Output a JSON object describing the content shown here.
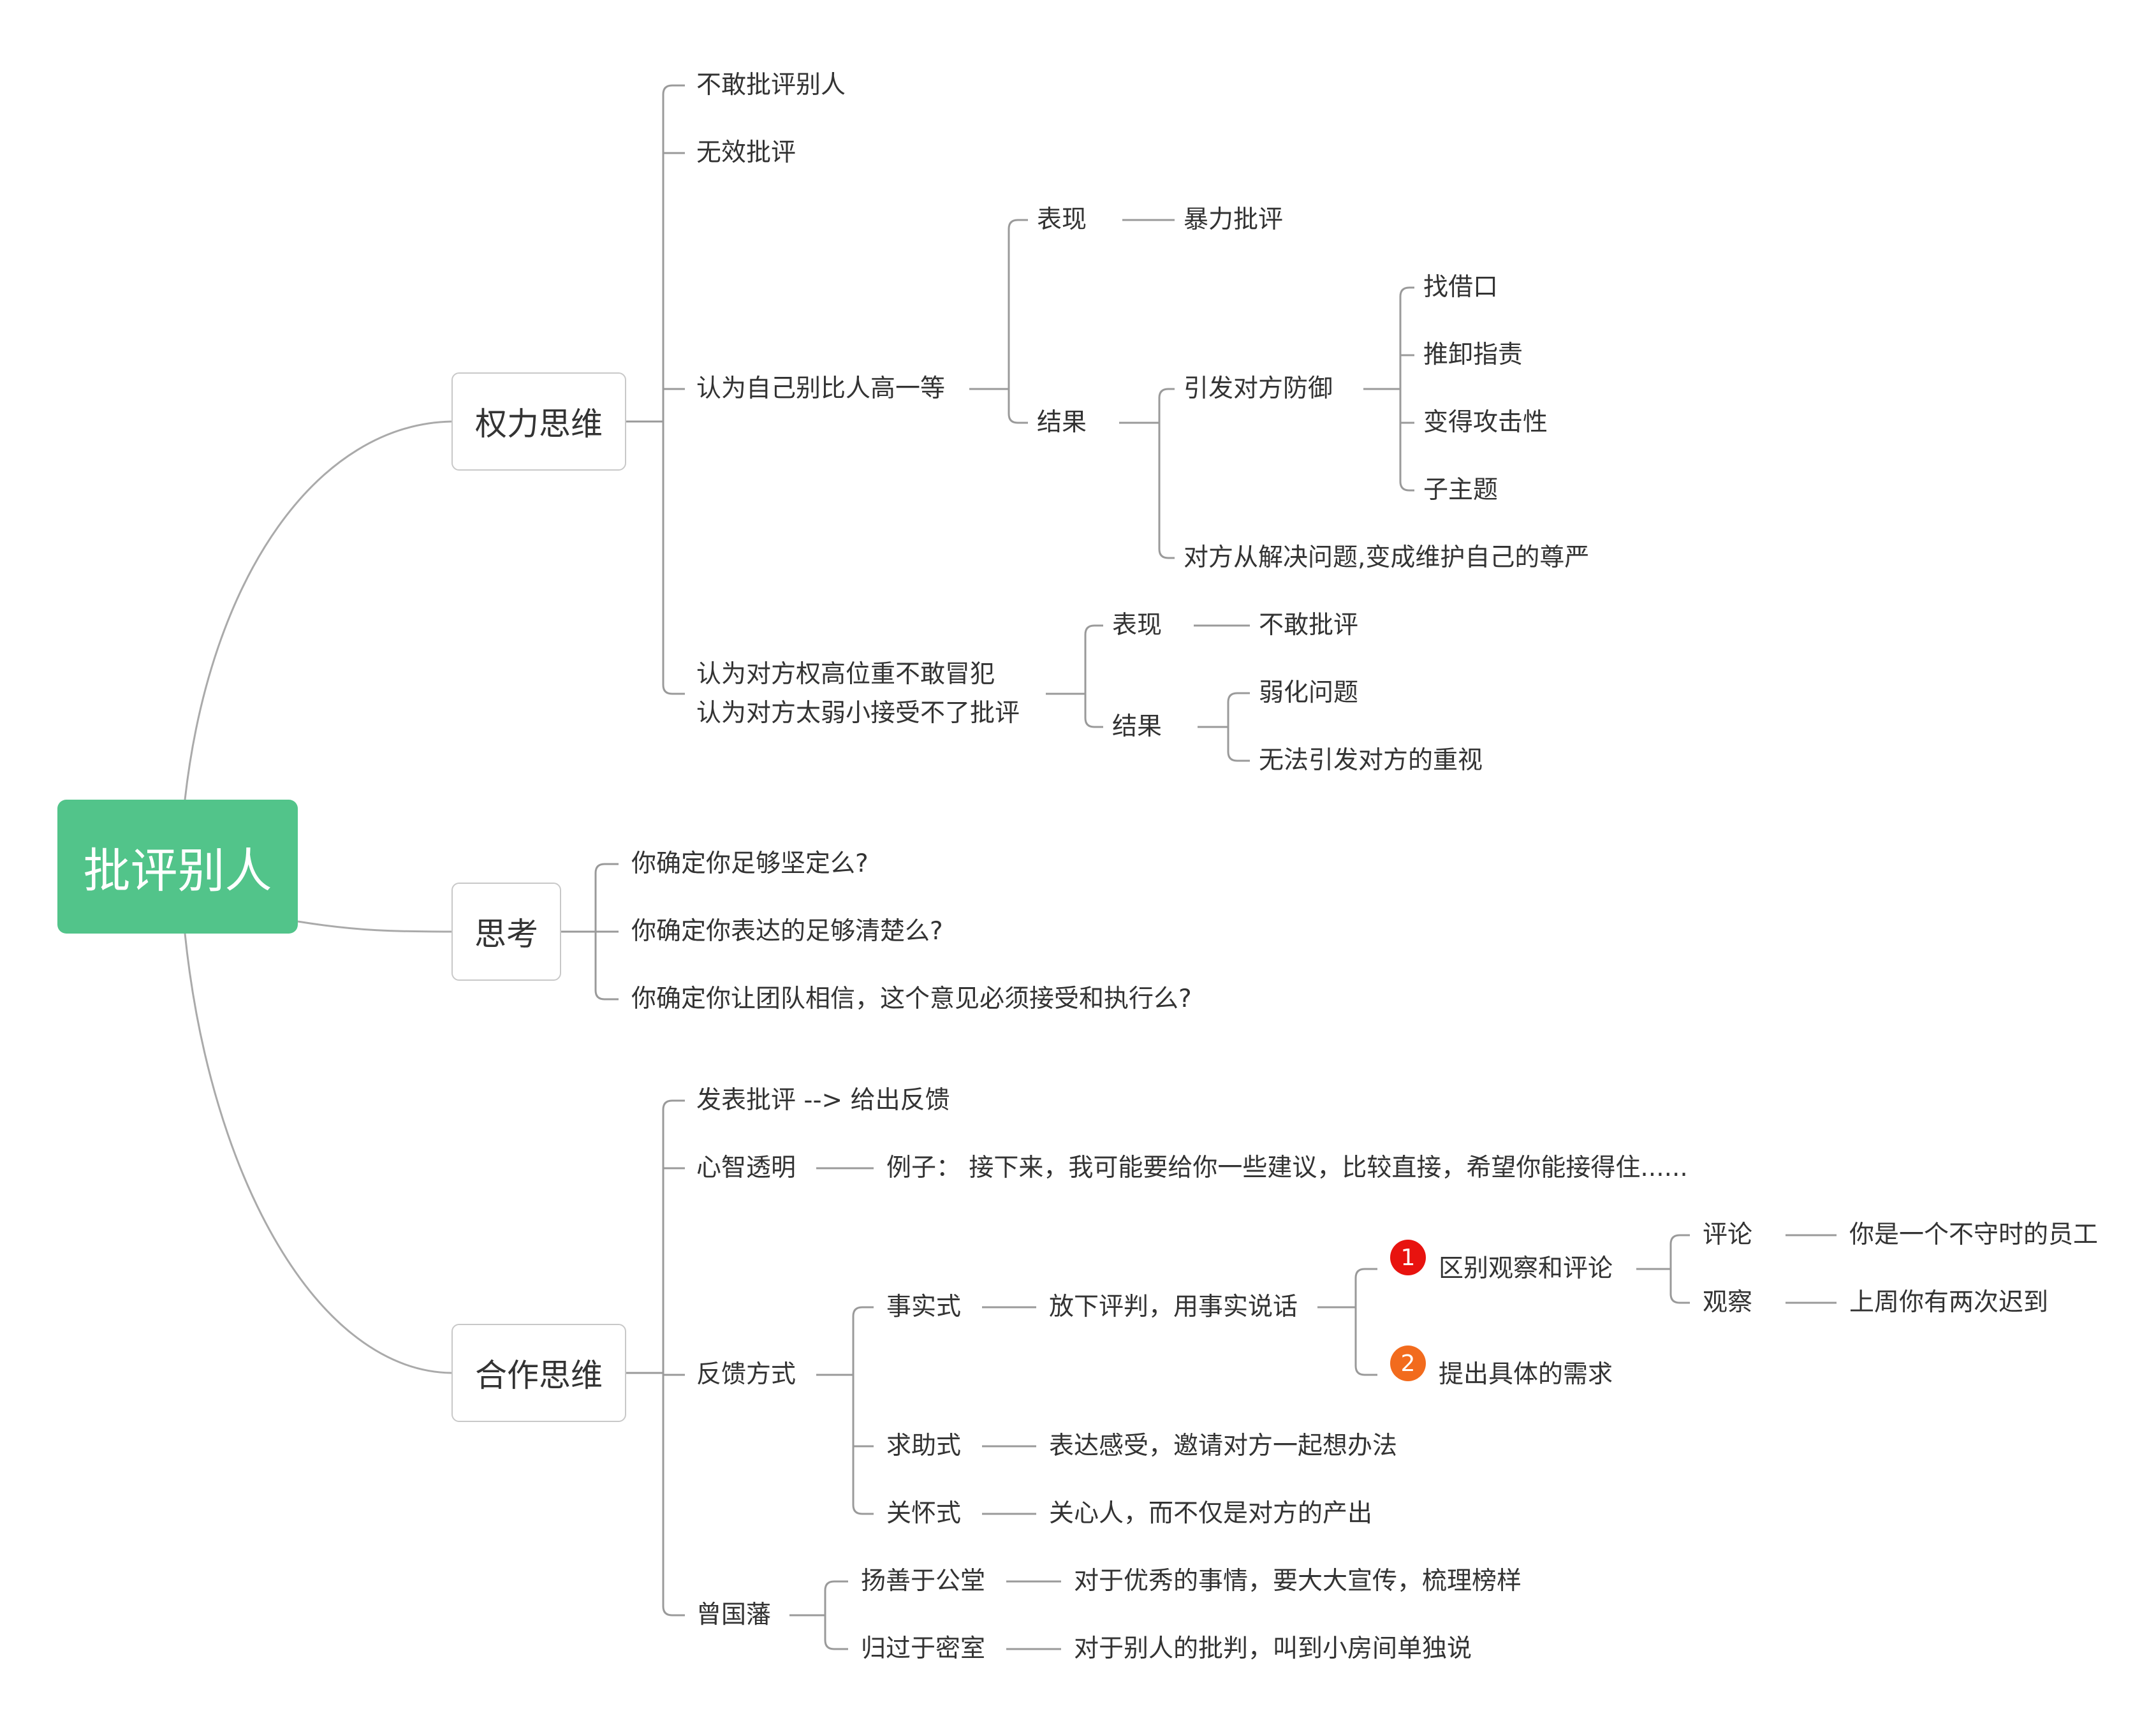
{
  "root": {
    "label": "批评别人",
    "color": "#52c48a"
  },
  "branches": [
    {
      "label": "权力思维",
      "children": [
        {
          "label": "不敢批评别人"
        },
        {
          "label": "无效批评"
        },
        {
          "label": "认为自己别比人高一等",
          "children": [
            {
              "label": "表现",
              "children": [
                {
                  "label": "暴力批评"
                }
              ]
            },
            {
              "label": "结果",
              "children": [
                {
                  "label": "引发对方防御",
                  "children": [
                    {
                      "label": "找借口"
                    },
                    {
                      "label": "推卸指责"
                    },
                    {
                      "label": "变得攻击性"
                    },
                    {
                      "label": "子主题"
                    }
                  ]
                },
                {
                  "label": "对方从解决问题,变成维护自己的尊严"
                }
              ]
            }
          ]
        },
        {
          "label": "认为对方权高位重不敢冒犯\n认为对方太弱小接受不了批评",
          "children": [
            {
              "label": "表现",
              "children": [
                {
                  "label": "不敢批评"
                }
              ]
            },
            {
              "label": "结果",
              "children": [
                {
                  "label": "弱化问题"
                },
                {
                  "label": "无法引发对方的重视"
                }
              ]
            }
          ]
        }
      ]
    },
    {
      "label": "思考",
      "children": [
        {
          "label": "你确定你足够坚定么?"
        },
        {
          "label": "你确定你表达的足够清楚么?"
        },
        {
          "label": "你确定你让团队相信，这个意见必须接受和执行么?"
        }
      ]
    },
    {
      "label": "合作思维",
      "children": [
        {
          "label": "发表批评 --> 给出反馈"
        },
        {
          "label": "心智透明",
          "children": [
            {
              "label": "例子： 接下来，我可能要给你一些建议，比较直接，希望你能接得住......"
            }
          ]
        },
        {
          "label": "反馈方式",
          "children": [
            {
              "label": "事实式",
              "children": [
                {
                  "label": "放下评判，用事实说话",
                  "children": [
                    {
                      "label": "区别观察和评论",
                      "marker": "1",
                      "children": [
                        {
                          "label": "评论",
                          "children": [
                            {
                              "label": "你是一个不守时的员工"
                            }
                          ]
                        },
                        {
                          "label": "观察",
                          "children": [
                            {
                              "label": "上周你有两次迟到"
                            }
                          ]
                        }
                      ]
                    },
                    {
                      "label": "提出具体的需求",
                      "marker": "2"
                    }
                  ]
                }
              ]
            },
            {
              "label": "求助式",
              "children": [
                {
                  "label": "表达感受，邀请对方一起想办法"
                }
              ]
            },
            {
              "label": "关怀式",
              "children": [
                {
                  "label": "关心人，而不仅是对方的产出"
                }
              ]
            }
          ]
        },
        {
          "label": "曾国藩",
          "children": [
            {
              "label": "扬善于公堂",
              "children": [
                {
                  "label": "对于优秀的事情，要大大宣传，梳理榜样"
                }
              ]
            },
            {
              "label": "归过于密室",
              "children": [
                {
                  "label": "对于别人的批判，叫到小房间单独说"
                }
              ]
            }
          ]
        }
      ]
    }
  ],
  "markers": {
    "1": "#e8130f",
    "2": "#f26b1d"
  }
}
